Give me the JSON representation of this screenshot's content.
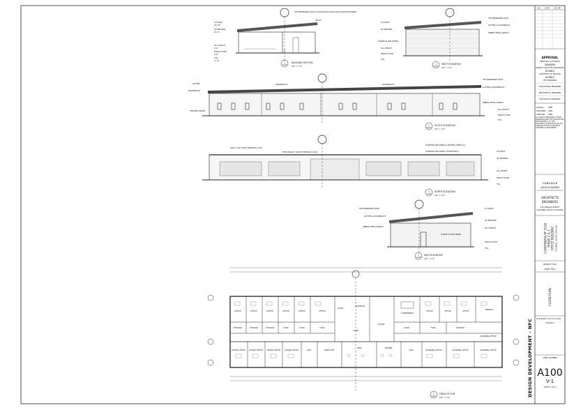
{
  "revision_header": {
    "col1": "LOC",
    "col2": "DATE",
    "col3": "BY APP"
  },
  "approval": {
    "title": "APPROVAL",
    "principal_name": "ZANDERS",
    "principal_role": "PRINCIPAL IN CHARGE",
    "pm_role": "PROJECT ARCHITECT/MANAGER",
    "designer_name": "DORNLE",
    "designer_role": "ARCHITECT OF RECORD",
    "checker_name": "DORNLE",
    "checker_role": "QTE ENGINEER",
    "structural": "STRUCTURAL ENGINEER",
    "mechanical": "MECHANICAL ENGINEER",
    "electrical": "ELECTRICAL ENGINEER"
  },
  "block_info": {
    "drawn_label": "DRAWN",
    "drawn_value": "DMB",
    "designed_label": "DESIGNED",
    "designed_value": "DMB",
    "checked_label": "CHECKED",
    "checked_value": "DMB",
    "copyright": "ALL RIGHTS RESERVED. THESE DRAWINGS AND THE DESIGN ARE THE PROPERTY OF THE ARCHITECT. REPRODUCTION OR COPYING WITHOUT WRITTEN CONSENT IS PROHIBITED."
  },
  "firm": {
    "name_line1": "CARLISLE",
    "name_line2": "ASSOCIATES",
    "discipline1": "ARCHITECTS",
    "discipline2": "ENGINEERS",
    "address1": "415 GERVAIS STREET",
    "address2": "COLUMBIA, SOUTH CAROLINA"
  },
  "project": {
    "line1": "CONSTANTIA HF 2018",
    "line2": "PHASE 2 & 3",
    "line3": "OFFICE BUILDING",
    "location": "COLUMBIA, SOUTH CAROLINA",
    "project_title_label": "PROJECT TITLE"
  },
  "sheet": {
    "sheet_title_label": "SHEET TITLE",
    "title": "FLOOR PLAN",
    "file_name": "FILE NAME C:\\271-01 PLAN",
    "date": "03/18/19",
    "sheet_number_label": "SHEET NUMBER",
    "number": "A100",
    "version": "V-1",
    "sheet_of": "SHEET 1 OF 1"
  },
  "side_banner": "DESIGN DEVELOPMENT - NFC",
  "views": {
    "building_section": {
      "title": "BUILDING SECTION",
      "scale": "1/8\" = 1'-0\"",
      "num": "1",
      "ref": "A100"
    },
    "west_elevation": {
      "title": "WEST ELEVATION",
      "scale": "1/8\" = 1'-0\"",
      "num": "2",
      "ref": "A100"
    },
    "south_elevation": {
      "title": "SOUTH ELEVATION",
      "scale": "1/8\" = 1'-0\"",
      "num": "3",
      "ref": "A100"
    },
    "north_elevation": {
      "title": "NORTH ELEVATION",
      "scale": "1/8\" = 1'-0\"",
      "num": "4",
      "ref": "A100"
    },
    "east_elevation": {
      "title": "EAST ELEVATION",
      "scale": "1/8\" = 1'-0\"",
      "num": "5",
      "ref": "A100"
    },
    "floor_plan": {
      "title": "FINISH FLOOR",
      "scale": "1/8\" = 1'-0\"",
      "num": "6",
      "ref": "A100"
    }
  },
  "notes": {
    "roof": "TPO MEMBRANE ROOF",
    "gutter": "GUTTER",
    "downspout": "DOWNSPOUT",
    "gutter_downspout": "GUTTER & DOWNSPOUT",
    "ribbed_panels": "RIBBED METAL PANELS",
    "finished_grade": "FINISHED GRADE",
    "hardie_siding": "HARDIE PLANK SIDING",
    "vinyl_windows": "VINYL CLAD FIXED WINDOWS (TYP.)",
    "hardie_batten_v": "HARDIEPLANK SIDING & BATTEN (VERTICAL)",
    "hardie_lap_h": "HARDIEPLANK SIDING (HORIZONTAL)",
    "fascia": "TRIM BOARD / PAINT EXTERIOR COLOR",
    "tpo_insulation": "TPO MEMBRANE ROOF W/ RIGID INSULATION ON PLYWOOD DECKING",
    "truss": "TRUSS"
  },
  "levels": {
    "top_roof": "T/O ROOF",
    "top_roof_value": "18'-10\"",
    "jst_brg": "JST BEARING",
    "jst_brg_value": "12'-0\"",
    "sill": "SILL HEIGHT",
    "sill_value": "3'-0\"",
    "finish_floor": "FINISH FLOOR",
    "finish_floor_value": "0'-0\"",
    "ftg": "FTG",
    "ftg_value": "-1'-8\""
  },
  "rooms": {
    "top_row": [
      "OFFICE",
      "OFFICE",
      "OFFICE",
      "OFFICE",
      "OFFICE",
      "OFFICE",
      "CORR",
      "VESTIBULE",
      "CONFERENCE",
      "OFFICE",
      "OFFICE",
      "OFFICE",
      "FINANCE"
    ],
    "mid_row": [
      "STORAGE",
      "STORAGE",
      "STORAGE",
      "FILES",
      "FILES",
      "FILES",
      "CORR",
      "EQUIPT",
      "CORR",
      "FILES",
      "STORAGE"
    ],
    "bottom_row": [
      "UPTAKE OFFICE",
      "UPTAKE OFFICE",
      "UPTAKE OFFICE",
      "UPTAKE OFFICE",
      "COPY",
      "BREAK RM",
      "MEN",
      "WOMEN",
      "ELEC",
      "PLANNING OFFICE",
      "PLANNING OFFICE",
      "PLANNING OFFICE",
      "PLANNING OFFICE"
    ]
  }
}
